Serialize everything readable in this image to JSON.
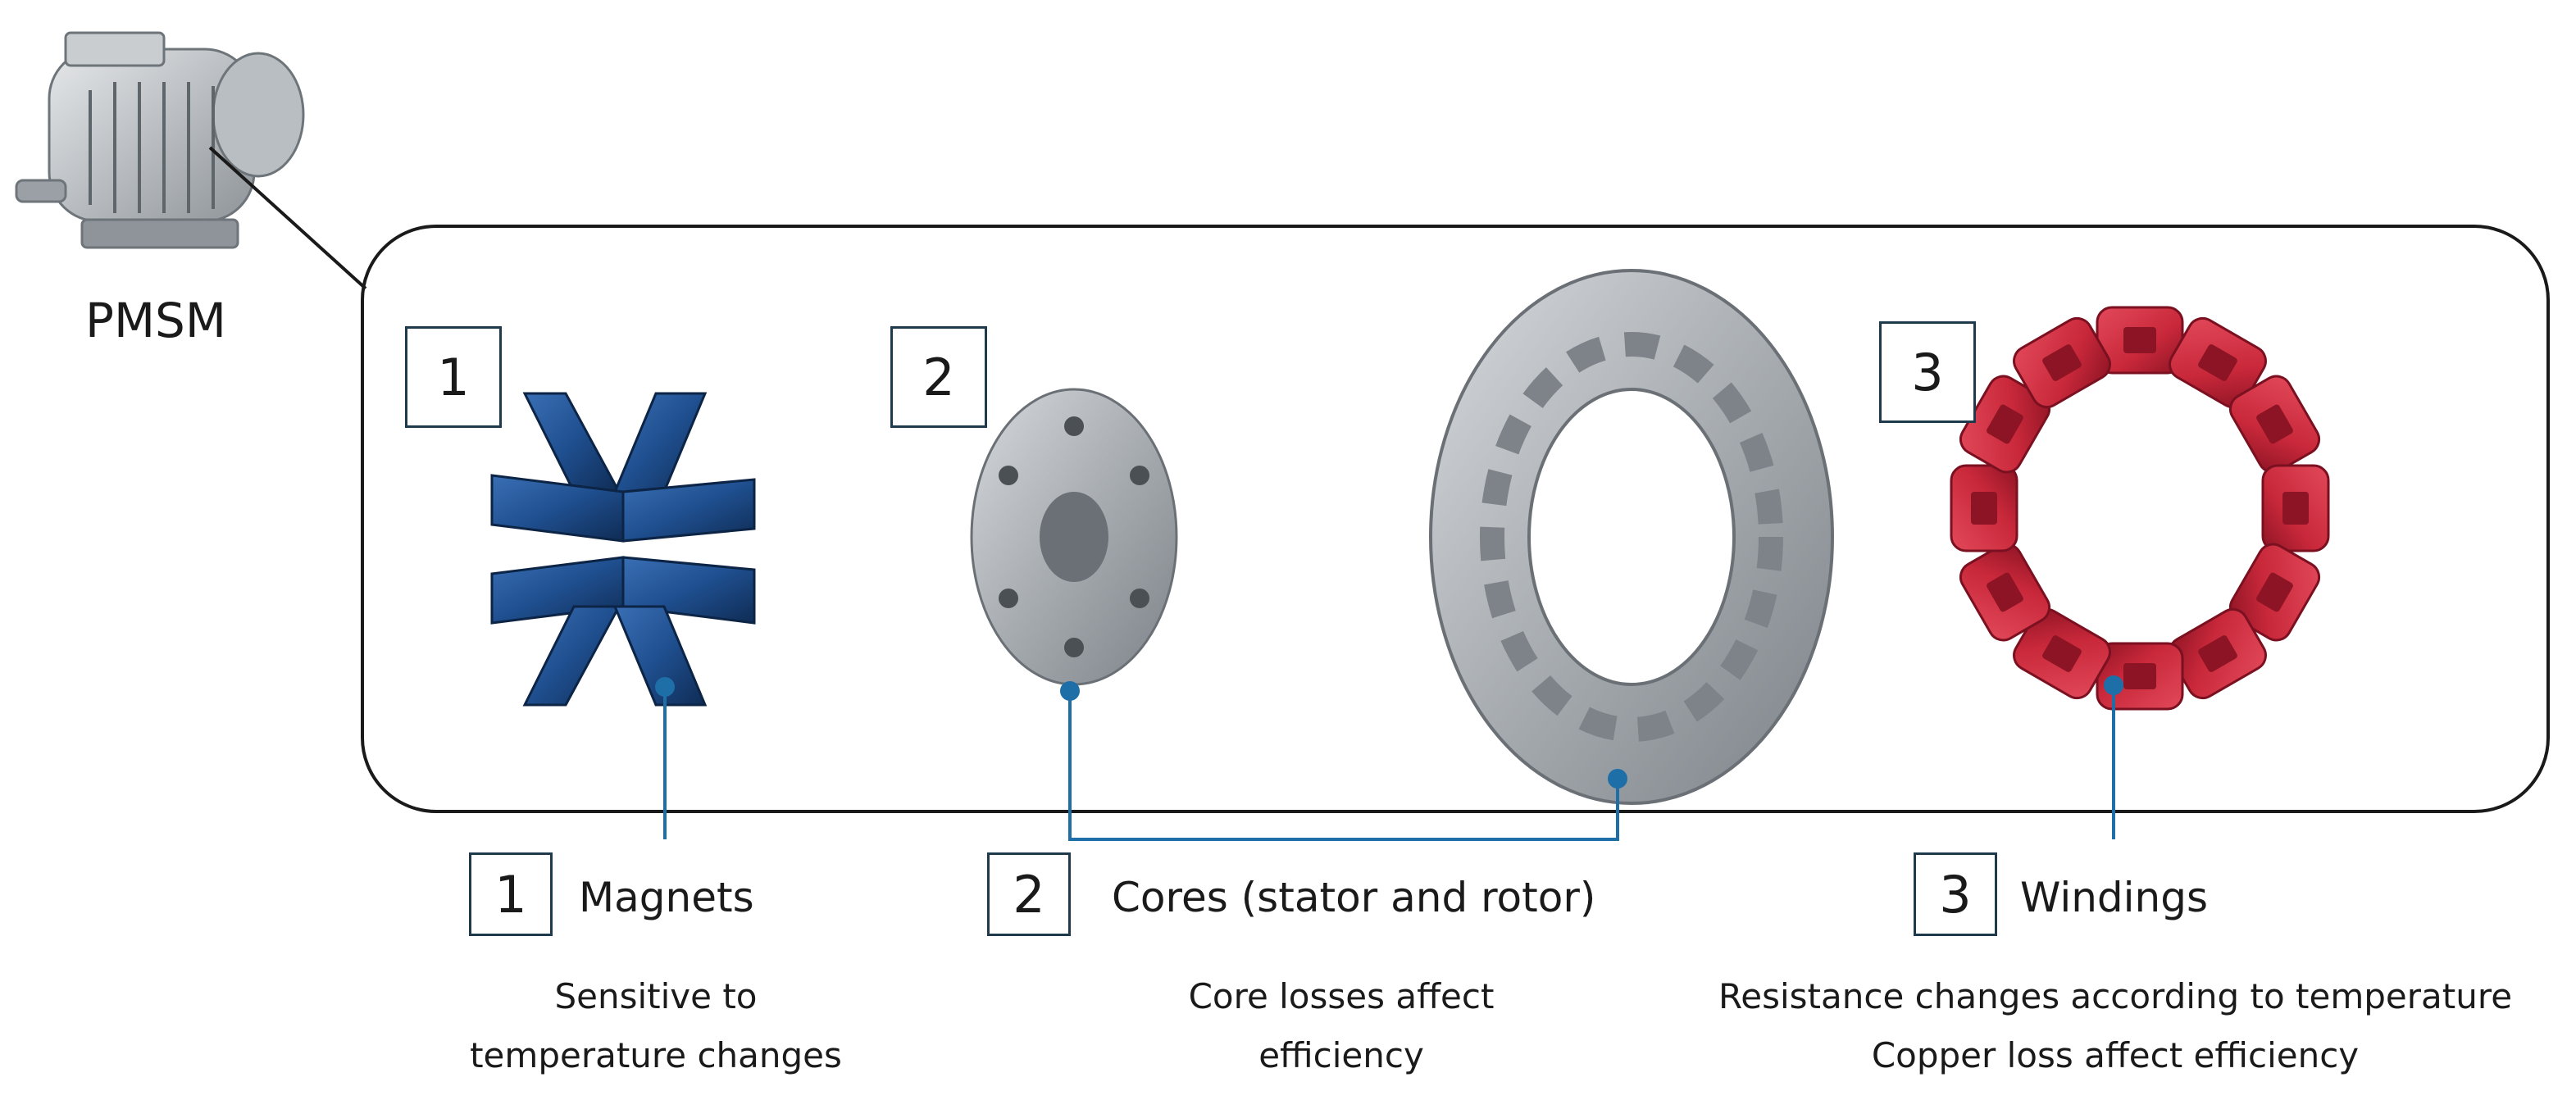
{
  "motor": {
    "label": "PMSM"
  },
  "callouts": [
    {
      "number": "1"
    },
    {
      "number": "2"
    },
    {
      "number": "3"
    }
  ],
  "legend": [
    {
      "number": "1",
      "title": "Magnets",
      "lines": [
        "Sensitive to",
        "temperature changes"
      ]
    },
    {
      "number": "2",
      "title": "Cores (stator and rotor)",
      "lines": [
        "Core losses affect",
        "efficiency"
      ]
    },
    {
      "number": "3",
      "title": "Windings",
      "lines": [
        "Resistance changes according to temperature",
        "Copper loss affect efficiency"
      ]
    }
  ],
  "colors": {
    "magnet": "#1f4f8f",
    "core": "#a9aeb3",
    "winding": "#c8283a",
    "leader": "#1e6fa8",
    "frame": "#1a1a1a"
  }
}
